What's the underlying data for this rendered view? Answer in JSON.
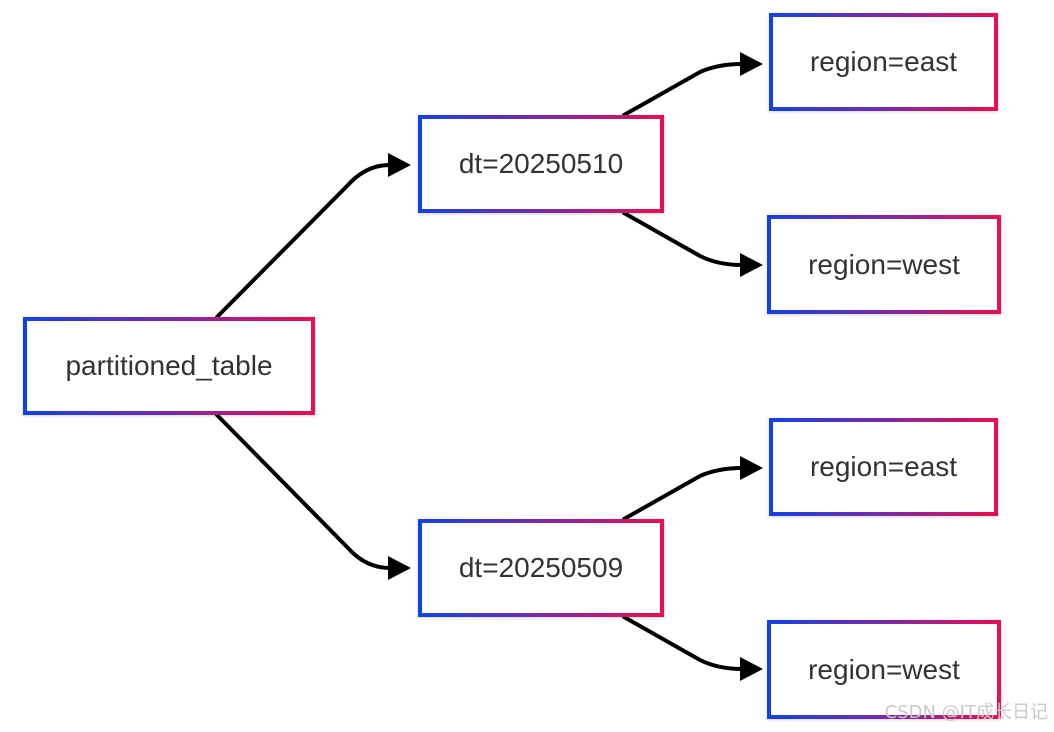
{
  "diagram": {
    "root": {
      "label": "partitioned_table"
    },
    "partitions": [
      {
        "label": "dt=20250510",
        "children": [
          {
            "label": "region=east"
          },
          {
            "label": "region=west"
          }
        ]
      },
      {
        "label": "dt=20250509",
        "children": [
          {
            "label": "region=east"
          },
          {
            "label": "region=west"
          }
        ]
      }
    ]
  },
  "colors": {
    "border_gradient_start": "#1043e6",
    "border_gradient_end": "#ea0e4f",
    "edge": "#000000",
    "text": "#333333"
  },
  "watermark": "CSDN @IT成长日记"
}
